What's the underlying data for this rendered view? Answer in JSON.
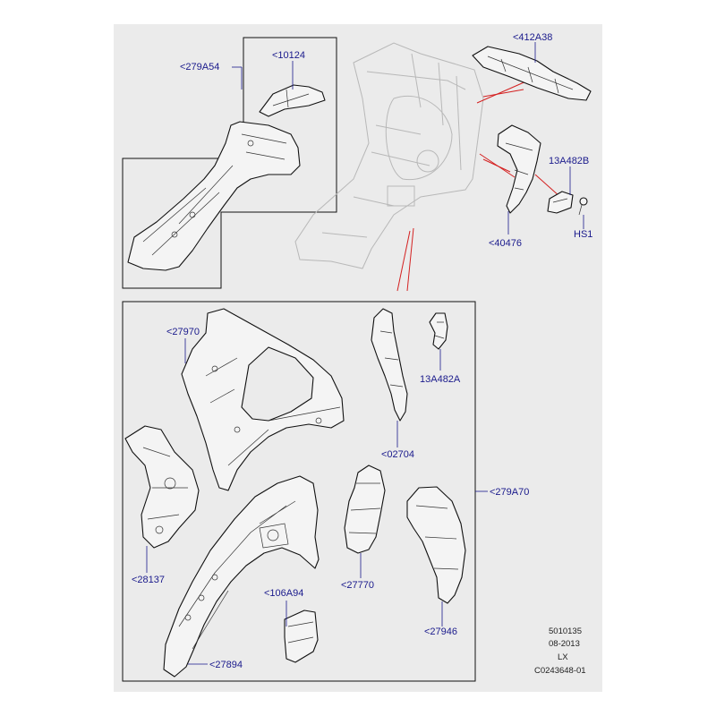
{
  "diagram": {
    "callouts": {
      "c279A54": "<279A54",
      "c10124": "<10124",
      "c412A38": "<412A38",
      "c13A482B": "13A482B",
      "c40476": "<40476",
      "cHS1": "HS1",
      "c27970": "<27970",
      "c13A482A": "13A482A",
      "c02704": "<02704",
      "c279A70": "<279A70",
      "c28137": "<28137",
      "c27770": "<27770",
      "c106A94": "<106A94",
      "c27946": "<27946",
      "c27894": "<27894"
    },
    "footer": {
      "code": "5010135",
      "date": "08-2013",
      "model": "LX",
      "ref": "C0243648-01"
    },
    "colors": {
      "background": "#ebebeb",
      "callout_text": "#1a1a8c",
      "pointer_lines": "#d42020"
    }
  }
}
